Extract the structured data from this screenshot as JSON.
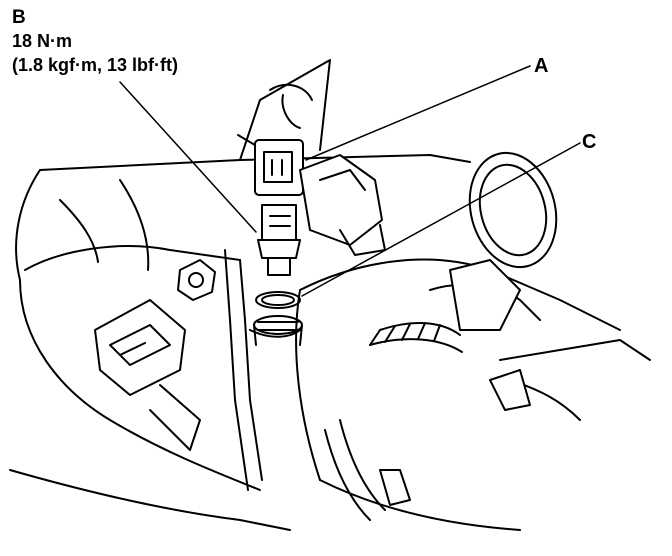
{
  "callouts": {
    "b": {
      "letter": "B",
      "torque_nm": "18 N·m",
      "torque_alt": "(1.8 kgf·m, 13 lbf·ft)"
    },
    "a": {
      "letter": "A"
    },
    "c": {
      "letter": "C"
    }
  },
  "colors": {
    "ink": "#000000",
    "paper": "#ffffff"
  }
}
